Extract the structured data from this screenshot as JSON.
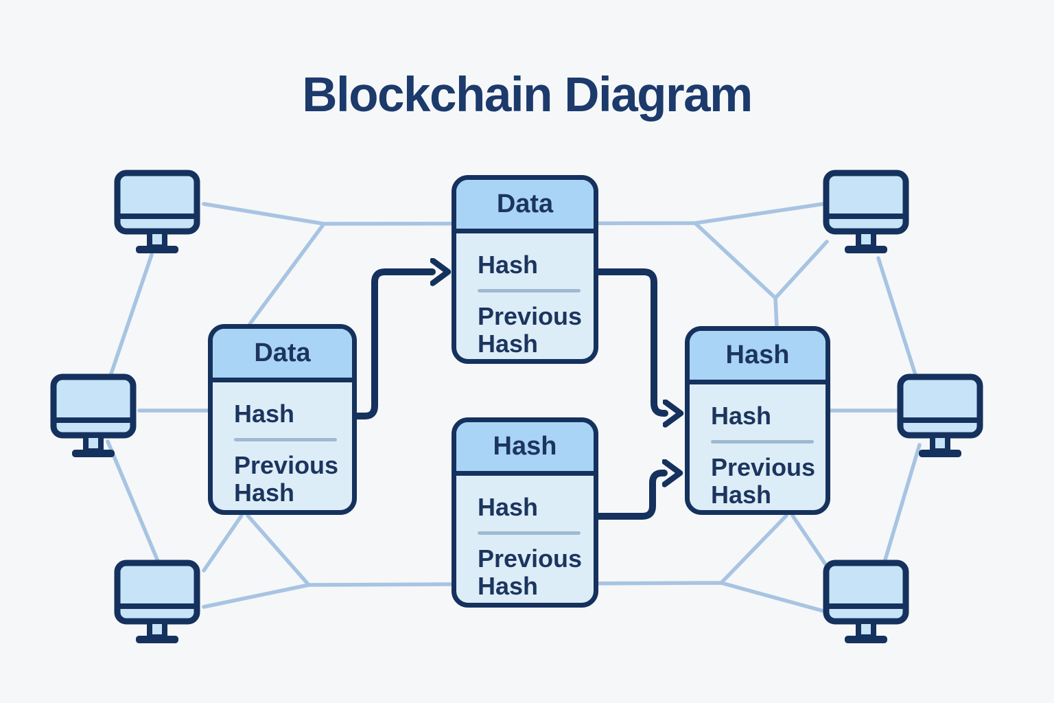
{
  "title": "Blockchain Diagram",
  "blocks": [
    {
      "id": "left",
      "header": "Data",
      "fields": [
        "Hash",
        "Previous Hash"
      ]
    },
    {
      "id": "top-middle",
      "header": "Data",
      "fields": [
        "Hash",
        "Previous Hash"
      ]
    },
    {
      "id": "bottom-middle",
      "header": "Hash",
      "fields": [
        "Hash",
        "Previous Hash"
      ]
    },
    {
      "id": "right",
      "header": "Hash",
      "fields": [
        "Hash",
        "Previous Hash"
      ]
    }
  ],
  "arrows": [
    {
      "from": "left block Hash",
      "to": "top-middle block Hash"
    },
    {
      "from": "top-middle block Hash",
      "to": "right block Hash"
    },
    {
      "from": "bottom-middle block Hash",
      "to": "right block Previous Hash"
    }
  ],
  "computers": {
    "icon": "desktop-monitor-icon",
    "positions": [
      "top-left",
      "middle-left",
      "bottom-left",
      "top-right",
      "middle-right",
      "bottom-right"
    ]
  },
  "colors": {
    "background": "#f6f7f9",
    "outline_navy": "#15315d",
    "text_navy": "#1c355f",
    "block_header_fill": "#a9d4f5",
    "block_body_fill": "#ddedf7",
    "monitor_screen_fill": "#c7e3f8",
    "network_line": "#a7c4e2",
    "divider": "#9fb9d0"
  }
}
